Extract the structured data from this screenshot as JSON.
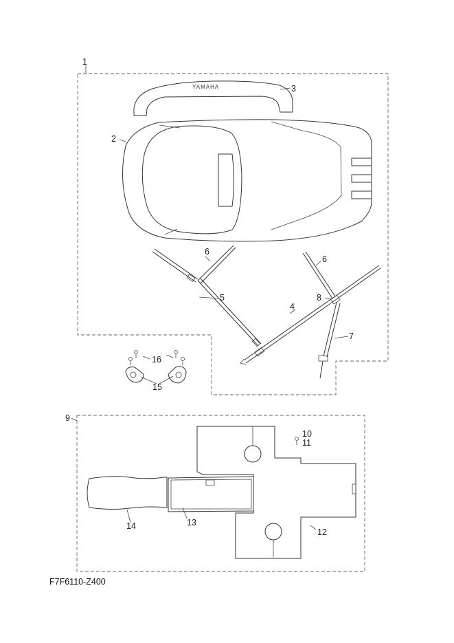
{
  "diagram": {
    "callouts": {
      "c1": "1",
      "c2": "2",
      "c3": "3",
      "c4": "4",
      "c5": "5",
      "c6a": "6",
      "c6b": "6",
      "c7": "7",
      "c8": "8",
      "c9": "9",
      "c10": "10",
      "c11": "11",
      "c12": "12",
      "c13": "13",
      "c14": "14",
      "c15": "15",
      "c16": "16"
    },
    "logo_text": "YAMAHA",
    "part_code": "F7F6110-Z400"
  }
}
